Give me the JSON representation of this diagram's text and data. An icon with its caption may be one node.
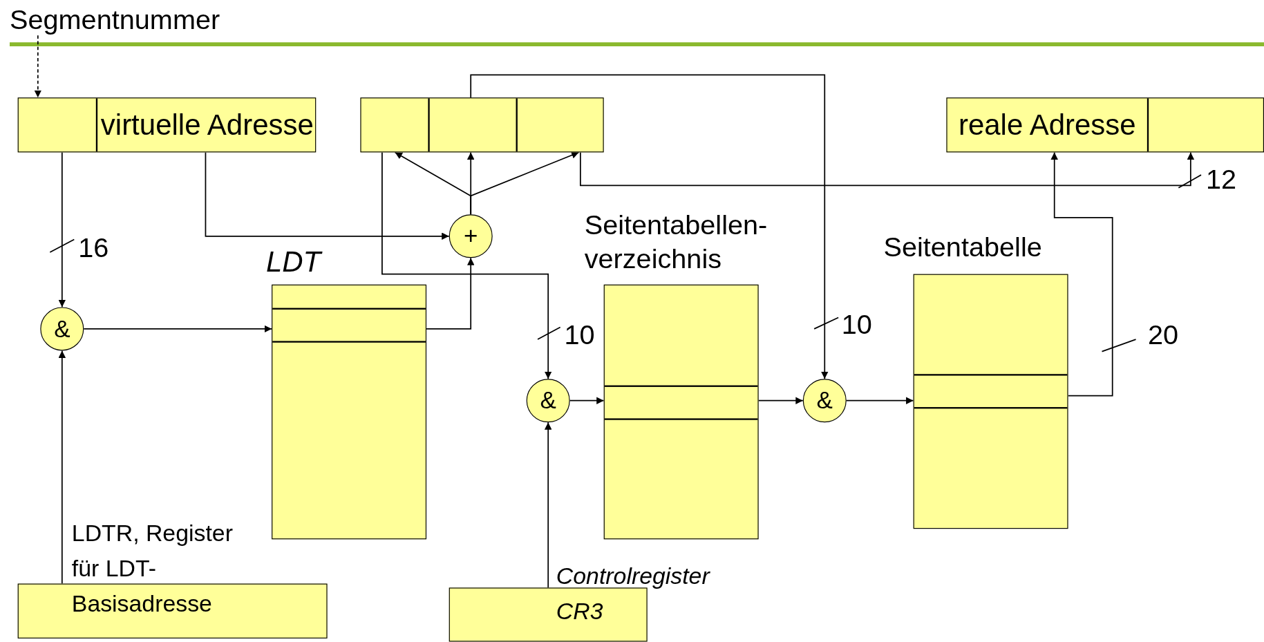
{
  "diagram": {
    "nodes": [
      {
        "text": [
          "Segmentnummer"
        ]
      },
      {
        "text": [
          "virtuelle Adresse"
        ]
      },
      {
        "text": [],
        "shape": "box"
      },
      {
        "text": [
          "reale Adresse"
        ]
      },
      {
        "text": [
          "+"
        ]
      },
      {
        "text": [
          "LDT"
        ]
      },
      {
        "text": [
          "Seitentabellen- verzeichnis"
        ]
      },
      {
        "text": [
          "Seitentabelle"
        ]
      },
      {
        "text": [
          "&"
        ]
      },
      {
        "text": [
          "&"
        ]
      },
      {
        "text": [
          "&"
        ]
      },
      {
        "text": [
          "LDTR, Register für LDT- Basisadresse"
        ]
      },
      {
        "text": [
          "Controlregister CR3"
        ]
      }
    ],
    "edges": [
      {
        "from": 0,
        "to": 1,
        "arrow": "to",
        "style": "dashed"
      },
      {
        "from": 1,
        "to": 8,
        "arrow": "to",
        "label": "16"
      },
      {
        "from": 11,
        "to": 8,
        "arrow": "to"
      },
      {
        "from": 8,
        "to": 5,
        "arrow": "to"
      },
      {
        "from": 5,
        "to": 4,
        "arrow": "to"
      },
      {
        "from": 1,
        "to": 4,
        "arrow": "to"
      },
      {
        "from": 4,
        "to": 2,
        "arrow": "to"
      },
      {
        "from": 4,
        "to": 2,
        "arrow": "to"
      },
      {
        "from": 4,
        "to": 2,
        "arrow": "to"
      },
      {
        "from": 2,
        "to": 9,
        "arrow": "to",
        "label": "10"
      },
      {
        "from": 2,
        "to": 10,
        "arrow": "to",
        "label": "10"
      },
      {
        "from": 2,
        "to": 3,
        "arrow": "to",
        "label": "12"
      },
      {
        "from": 12,
        "to": 9,
        "arrow": "to"
      },
      {
        "from": 9,
        "to": 6,
        "arrow": "to"
      },
      {
        "from": 6,
        "to": 10,
        "arrow": "to"
      },
      {
        "from": 10,
        "to": 7,
        "arrow": "to"
      },
      {
        "from": 7,
        "to": 3,
        "arrow": "to",
        "label": "20"
      }
    ]
  }
}
